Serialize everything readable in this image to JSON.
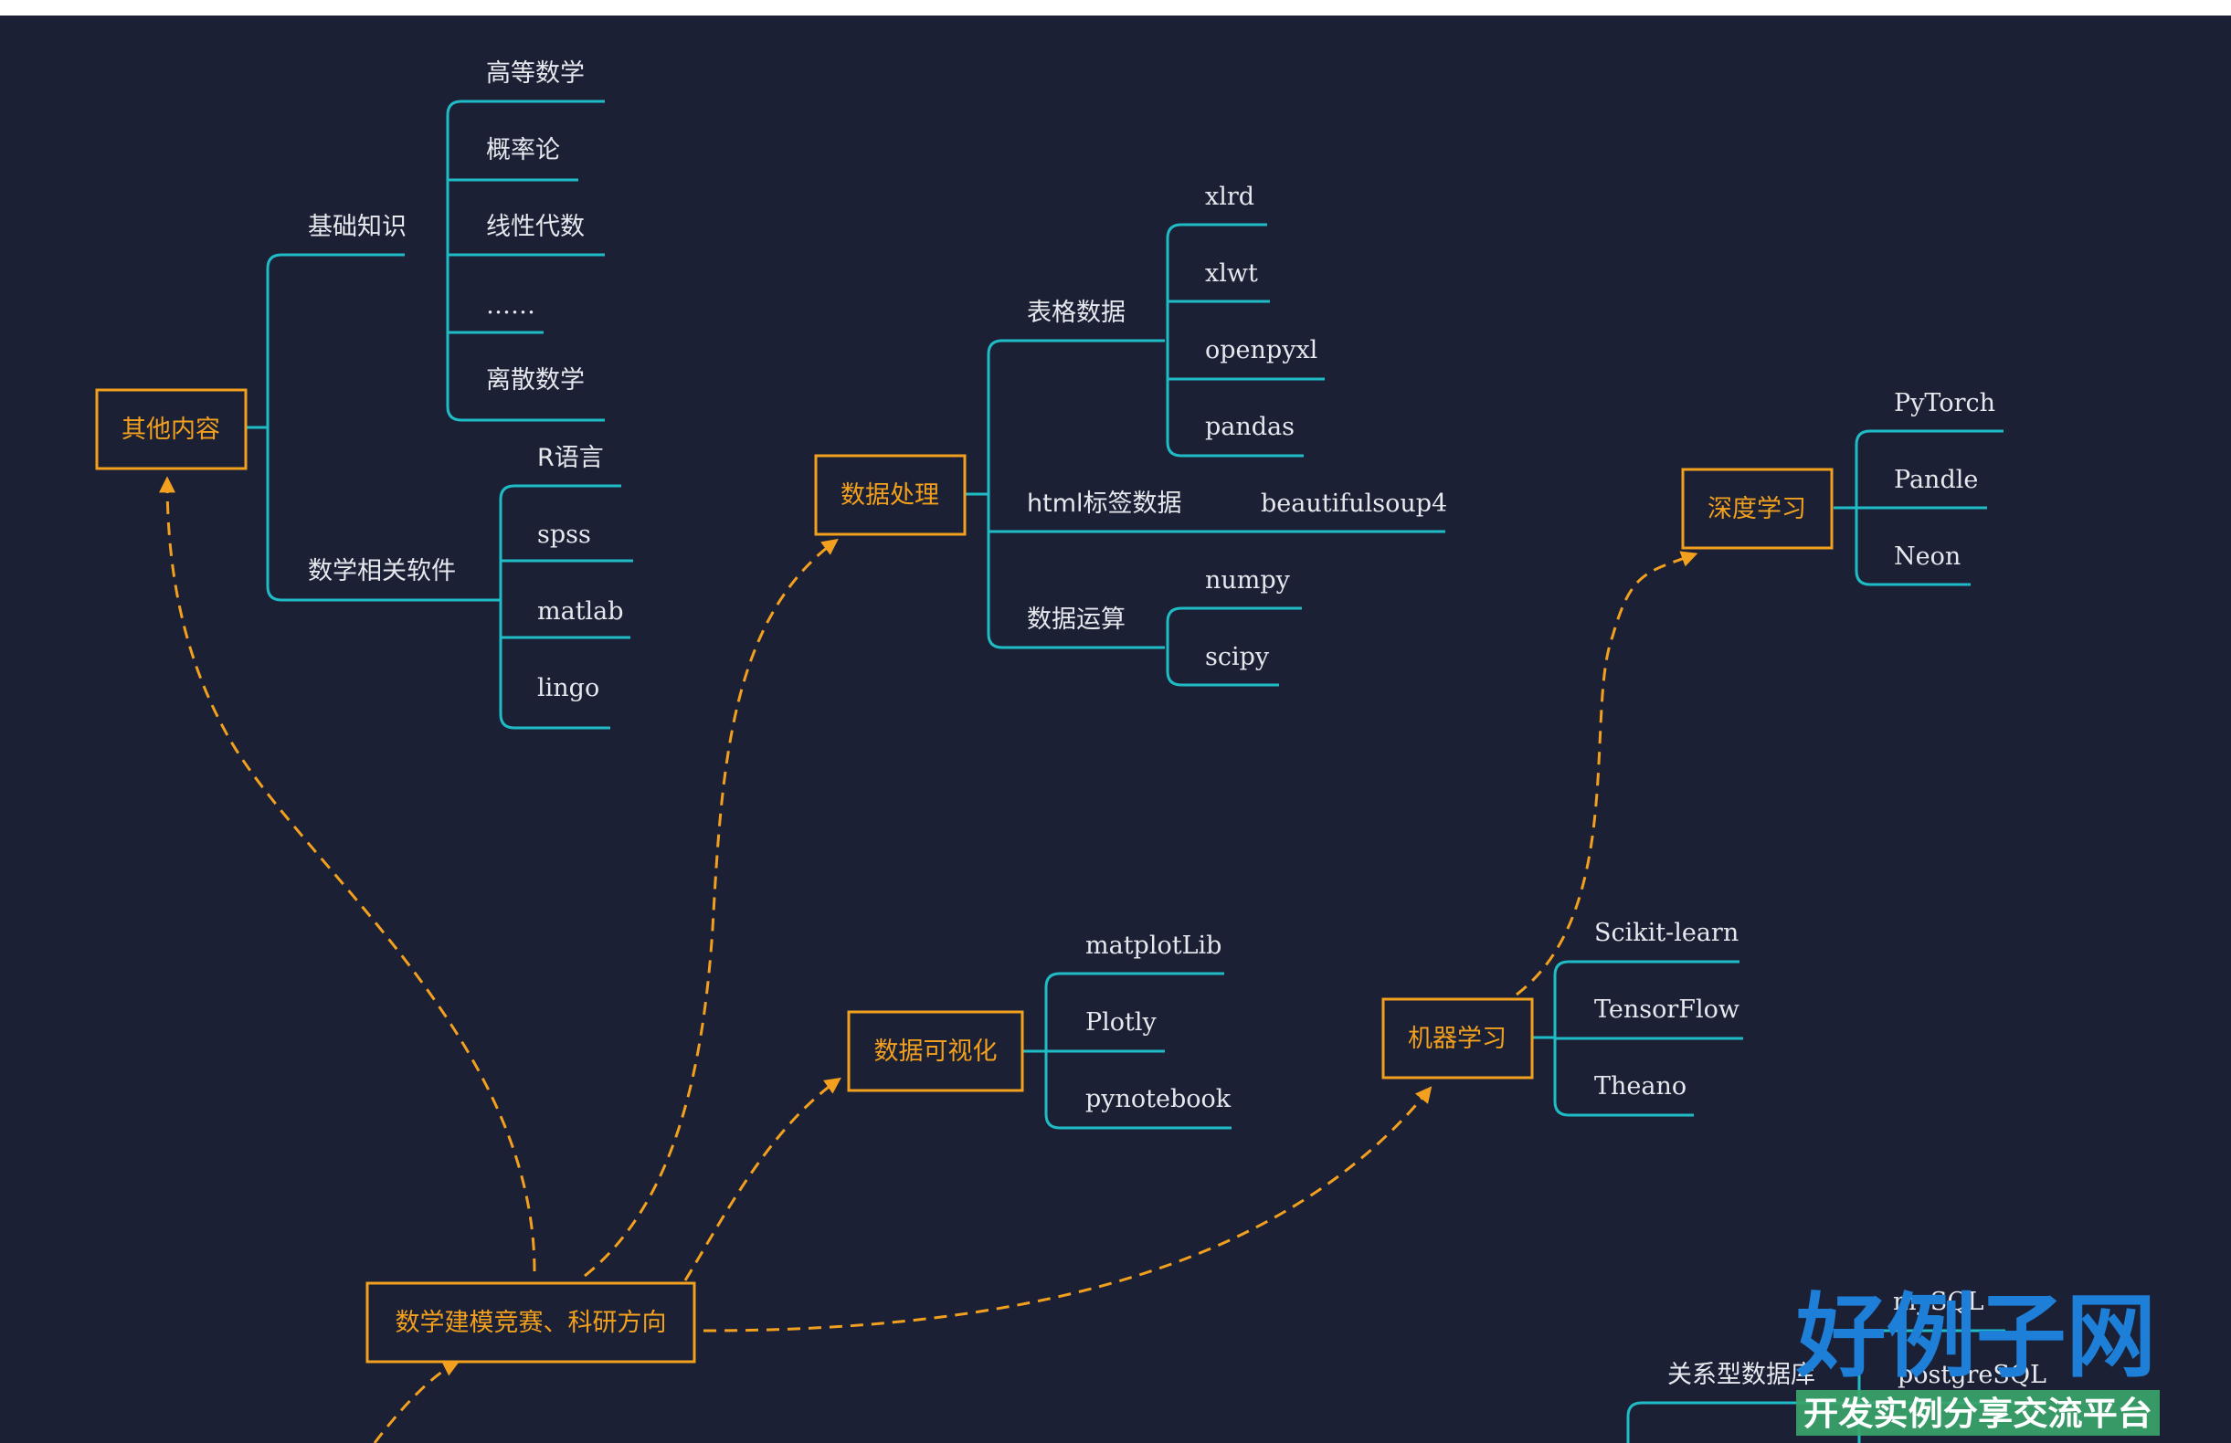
{
  "colors": {
    "background": "#1b2035",
    "node": "#f2a01d",
    "branch": "#1fbcc6",
    "text": "#e6e8ee"
  },
  "central": {
    "label": "数学建模竞赛、科研方向"
  },
  "nodes": {
    "other": {
      "label": "其他内容",
      "groups": [
        {
          "label": "基础知识",
          "items": [
            "高等数学",
            "概率论",
            "线性代数",
            "……",
            "离散数学"
          ]
        },
        {
          "label": "数学相关软件",
          "items": [
            "R语言",
            "spss",
            "matlab",
            "lingo"
          ]
        }
      ]
    },
    "processing": {
      "label": "数据处理",
      "groups": [
        {
          "label": "表格数据",
          "items": [
            "xlrd",
            "xlwt",
            "openpyxl",
            "pandas"
          ]
        },
        {
          "label": "html标签数据",
          "items": [
            "beautifulsoup4"
          ]
        },
        {
          "label": "数据运算",
          "items": [
            "numpy",
            "scipy"
          ]
        }
      ]
    },
    "visualization": {
      "label": "数据可视化",
      "items": [
        "matplotLib",
        "Plotly",
        "pynotebook"
      ]
    },
    "ml": {
      "label": "机器学习",
      "items": [
        "Scikit-learn",
        "TensorFlow",
        "Theano"
      ]
    },
    "dl": {
      "label": "深度学习",
      "items": [
        "PyTorch",
        "Pandle",
        "Neon"
      ]
    },
    "database": {
      "label": "关系型数据库",
      "items": [
        "mySQL",
        "postgreSQL"
      ]
    }
  },
  "watermark": {
    "title": "好例子网",
    "subtitle": "开发实例分享交流平台",
    "title_color": "#1d7fd8",
    "subtitle_bg": "#3aa56a"
  }
}
